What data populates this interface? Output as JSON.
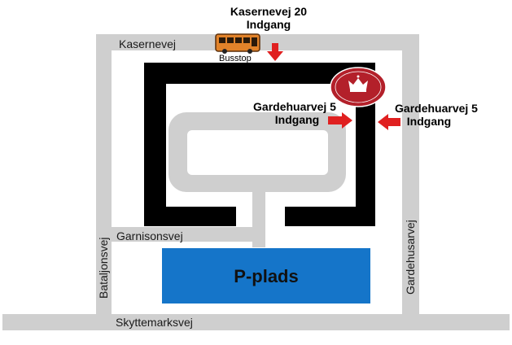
{
  "streets": {
    "kasernevej": "Kasernevej",
    "bataljonsvej": "Bataljonsvej",
    "garnisonsvej": "Garnisonsvej",
    "gardehusarvej": "Gardehusarvej",
    "skyttemarksvej": "Skyttemarksvej"
  },
  "bus_stop": {
    "label": "Busstop",
    "icon": "bus-icon"
  },
  "entrances": {
    "kasernevej_line1": "Kasernevej 20",
    "kasernevej_line2": "Indgang",
    "gardehuarvej_inner_line1": "Gardehuarvej 5",
    "gardehuarvej_inner_line2": "Indgang",
    "gardehuarvej_outer_line1": "Gardehuarvej 5",
    "gardehuarvej_outer_line2": "Indgang"
  },
  "parking": {
    "label": "P-plads"
  },
  "seal": {
    "icon": "crown-seal-icon"
  },
  "colors": {
    "road": "#cfcfcf",
    "building": "#000000",
    "parking": "#1575c9",
    "arrow": "#e02020",
    "seal": "#b3202a",
    "bus": "#e2832a"
  }
}
